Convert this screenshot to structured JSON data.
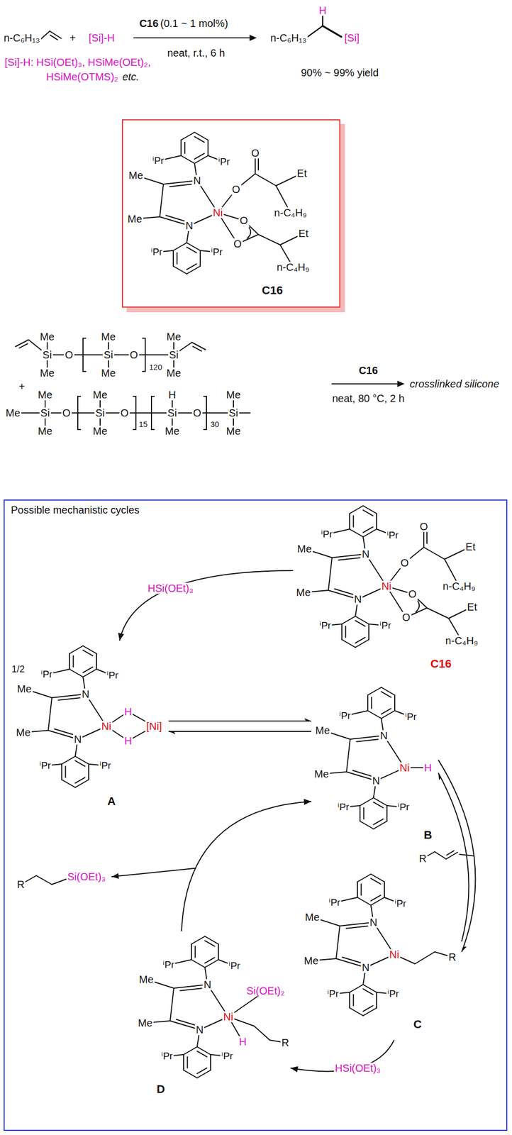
{
  "diagram": {
    "nodes": [
      {
        "text": [
          "Me",
          "Me",
          "N",
          "N",
          "Ni",
          "ⁱPr",
          "ⁱPr",
          "ⁱPr",
          "ⁱPr",
          "O",
          "O",
          "Et",
          "n-C₄H₉",
          "O",
          "O",
          "Et",
          "n-C₄H₉",
          "C16"
        ]
      },
      {
        "text": [
          "Possible mechanistic cycles"
        ]
      },
      {
        "text": [
          "Me",
          "Me",
          "N",
          "N",
          "Ni",
          "ⁱPr",
          "ⁱPr",
          "ⁱPr",
          "ⁱPr",
          "O",
          "O",
          "Et",
          "n-C₄H₉",
          "O",
          "O",
          "Et",
          "n-C₄H₉",
          "C16"
        ],
        "in": 1
      },
      {
        "text": [
          "Me",
          "Me",
          "N",
          "N",
          "Ni",
          "ⁱPr",
          "ⁱPr",
          "ⁱPr",
          "ⁱPr",
          "1/2",
          "H",
          "H",
          "[Ni]",
          "A"
        ],
        "in": 1
      },
      {
        "text": [
          "Me",
          "Me",
          "N",
          "N",
          "Ni",
          "ⁱPr",
          "ⁱPr",
          "ⁱPr",
          "ⁱPr",
          "H",
          "B"
        ],
        "in": 1
      },
      {
        "text": [
          "Me",
          "Me",
          "N",
          "N",
          "Ni",
          "ⁱPr",
          "ⁱPr",
          "ⁱPr",
          "ⁱPr",
          "R",
          "C"
        ],
        "in": 1
      },
      {
        "text": [
          "Me",
          "Me",
          "N",
          "N",
          "Ni",
          "ⁱPr",
          "ⁱPr",
          "ⁱPr",
          "ⁱPr",
          "Si(OEt)₂",
          "H",
          "R",
          "D"
        ],
        "in": 1
      }
    ],
    "edges": [
      {
        "from": 2,
        "to": 3,
        "arrow": "to",
        "label": "HSi(OEt)₃"
      },
      {
        "from": 3,
        "to": 4,
        "arrow": "both"
      },
      {
        "from": 4,
        "to": 5,
        "arrow": "both"
      },
      {
        "from": 5,
        "to": 6,
        "arrow": "to",
        "label": "HSi(OEt)₃"
      },
      {
        "from": 6,
        "to": 4,
        "arrow": "to"
      }
    ],
    "labels": [
      "n-C₆H₁₃",
      "+",
      "[Si]-H",
      "C16",
      "(0.1 ~ 1 mol%)",
      "neat, r.t., 6 h",
      "[Si]-H: HSi(OEt)₃, HSiMe(OEt)₂,",
      "HSiMe(OTMS)₂",
      "etc.",
      "n-C₆H₁₃",
      "H",
      "[Si]",
      "90% ~ 99% yield",
      "Si",
      "Me",
      "Me",
      "O",
      "Si",
      "Me",
      "Me",
      "O",
      "120",
      "Si",
      "Me",
      "Me",
      "+",
      "Me",
      "Si",
      "Me",
      "Me",
      "O",
      "Si",
      "Me",
      "Me",
      "O",
      "15",
      "Si",
      "H",
      "Me",
      "O",
      "30",
      "Si",
      "Me",
      "Me",
      "C16",
      "neat, 80 °C, 2 h",
      "crosslinked silicone",
      "R",
      "R",
      "Si(OEt)₃"
    ]
  }
}
